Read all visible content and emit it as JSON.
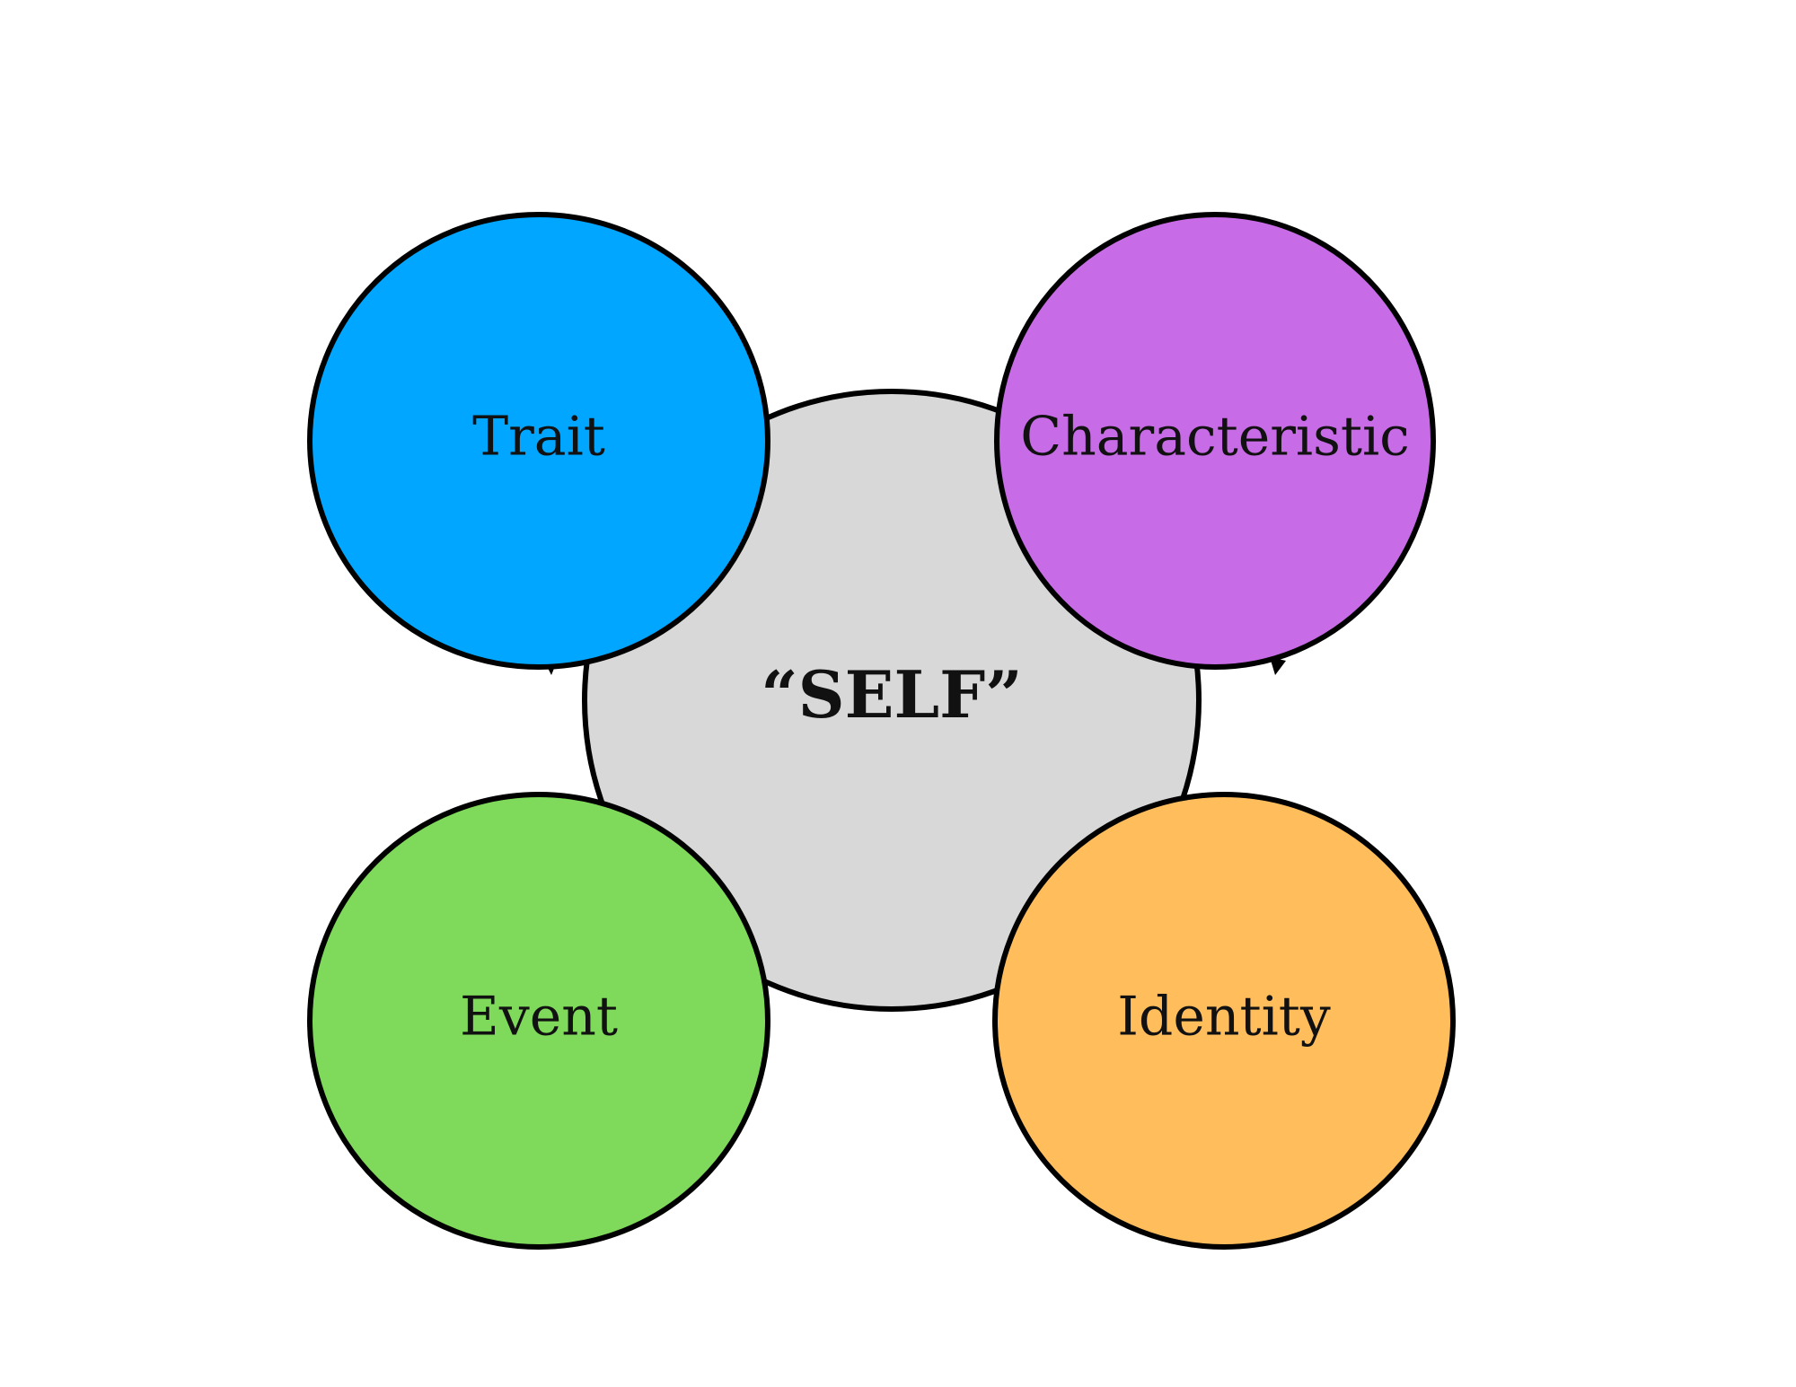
{
  "diagram": {
    "center": {
      "label": "“SELF”",
      "color": "#d8d8d8"
    },
    "nodes": [
      {
        "id": "trait",
        "label": "Trait",
        "color": "#00a6ff"
      },
      {
        "id": "characteristic",
        "label": "Characteristic",
        "color": "#c86be6"
      },
      {
        "id": "event",
        "label": "Event",
        "color": "#7fd95a"
      },
      {
        "id": "identity",
        "label": "Identity",
        "color": "#ffbd5c"
      }
    ],
    "outline_color": "#000000"
  }
}
